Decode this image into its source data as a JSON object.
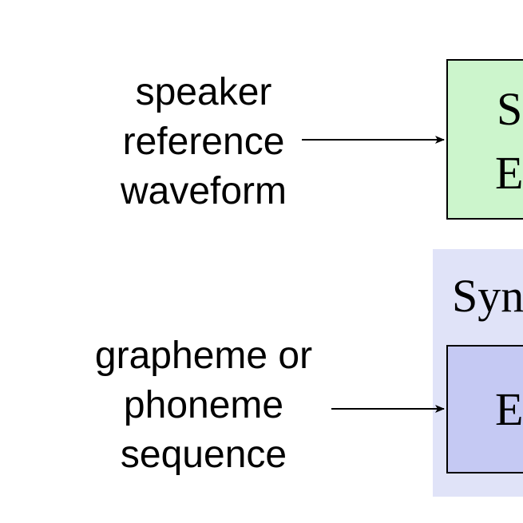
{
  "inputs": {
    "speaker_reference": [
      "speaker",
      "reference",
      "waveform"
    ],
    "text_sequence": [
      "grapheme or",
      "phoneme",
      "sequence"
    ]
  },
  "blocks": {
    "speaker_encoder": {
      "line1": "S",
      "line2": "E"
    },
    "synthesizer": {
      "title": "Syn"
    },
    "synthesizer_encoder": {
      "line1": "E"
    }
  },
  "colors": {
    "speaker_encoder_fill": "#ccf5cc",
    "synthesizer_fill": "#e0e3f8",
    "encoder_fill": "#c5c9f3",
    "stroke": "#000000"
  }
}
